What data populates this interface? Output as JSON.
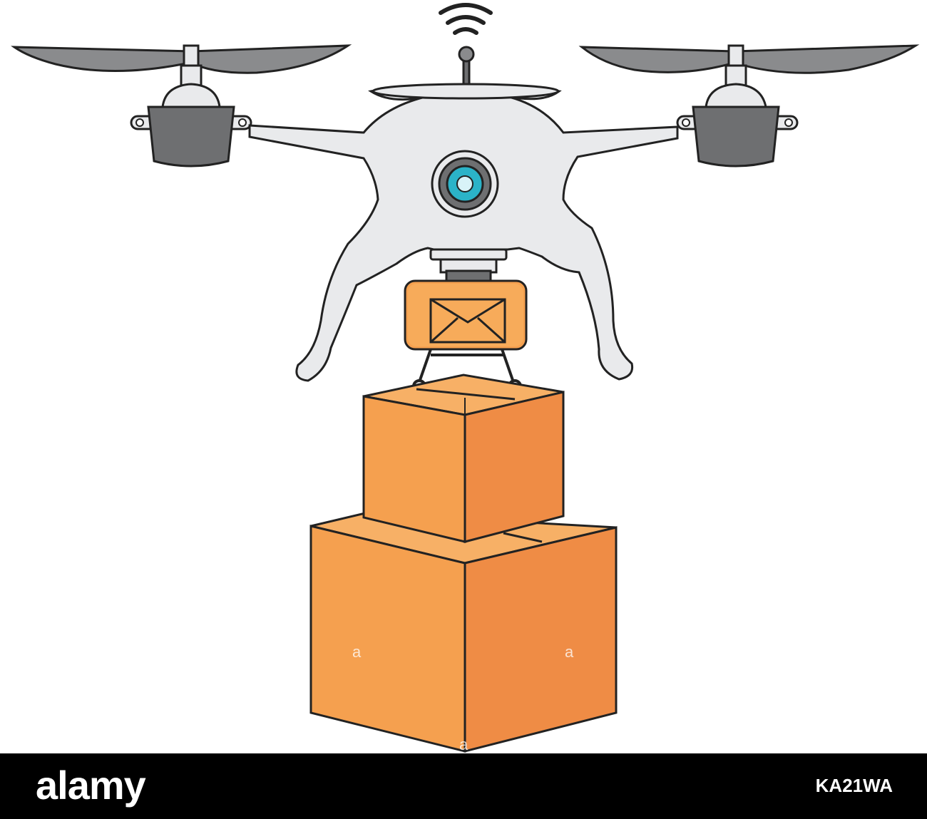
{
  "footer": {
    "brand": "alamy",
    "image_code": "KA21WA"
  },
  "watermarks": [
    "a",
    "a",
    "a",
    "a"
  ],
  "colors": {
    "body_gray": "#e9eaec",
    "motor_gray": "#6e6f71",
    "propeller_gray": "#8a8b8d",
    "lens_cyan": "#2bb3c8",
    "box_front": "#f5a04f",
    "box_side": "#ef8c45",
    "box_top": "#f7b066",
    "outline": "#222222",
    "footer_bg": "#000000"
  }
}
